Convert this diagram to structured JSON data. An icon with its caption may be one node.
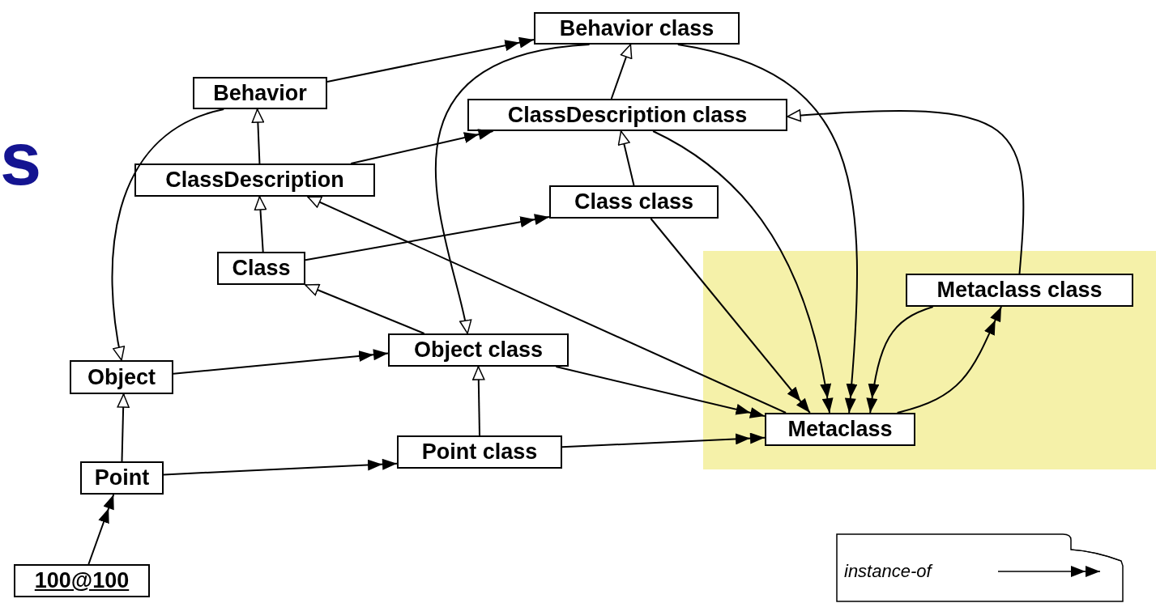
{
  "diagram": {
    "nodes": [
      {
        "text": [
          "Behavior class"
        ]
      },
      {
        "text": [
          "Behavior"
        ]
      },
      {
        "text": [
          "ClassDescription class"
        ]
      },
      {
        "text": [
          "ClassDescription"
        ]
      },
      {
        "text": [
          "Class class"
        ]
      },
      {
        "text": [
          "Class"
        ]
      },
      {
        "text": [],
        "shape": "box"
      },
      {
        "text": [
          "Metaclass class"
        ],
        "in": 6
      },
      {
        "text": [
          "Object class"
        ]
      },
      {
        "text": [
          "Object"
        ]
      },
      {
        "text": [
          "Metaclass"
        ],
        "in": 6
      },
      {
        "text": [
          "Point class"
        ]
      },
      {
        "text": [
          "Point"
        ]
      },
      {
        "text": [
          "100@100"
        ]
      }
    ],
    "edges": [
      {
        "from": 1,
        "to": 0,
        "arrow": "to"
      },
      {
        "from": 3,
        "to": 2,
        "arrow": "to"
      },
      {
        "from": 5,
        "to": 4,
        "arrow": "to"
      },
      {
        "from": 9,
        "to": 8,
        "arrow": "to"
      },
      {
        "from": 12,
        "to": 11,
        "arrow": "to"
      },
      {
        "from": 13,
        "to": 12,
        "arrow": "to"
      },
      {
        "from": 8,
        "to": 10,
        "arrow": "to"
      },
      {
        "from": 11,
        "to": 10,
        "arrow": "to"
      },
      {
        "from": 4,
        "to": 10,
        "arrow": "to"
      },
      {
        "from": 2,
        "to": 10,
        "arrow": "to"
      },
      {
        "from": 0,
        "to": 10,
        "arrow": "to"
      },
      {
        "from": 7,
        "to": 10,
        "arrow": "to"
      },
      {
        "from": 10,
        "to": 7,
        "arrow": "to"
      },
      {
        "from": 3,
        "to": 1,
        "arrow": "to"
      },
      {
        "from": 5,
        "to": 3,
        "arrow": "to"
      },
      {
        "from": 12,
        "to": 9,
        "arrow": "to"
      },
      {
        "from": 1,
        "to": 9,
        "arrow": "to"
      },
      {
        "from": 2,
        "to": 0,
        "arrow": "to"
      },
      {
        "from": 4,
        "to": 2,
        "arrow": "to"
      },
      {
        "from": 8,
        "to": 5,
        "arrow": "to"
      },
      {
        "from": 11,
        "to": 8,
        "arrow": "to"
      },
      {
        "from": 0,
        "to": 8,
        "arrow": "to"
      },
      {
        "from": 10,
        "to": 3,
        "arrow": "to"
      },
      {
        "from": 7,
        "to": 2,
        "arrow": "to"
      }
    ],
    "labels": [
      "s"
    ],
    "legend": [
      {
        "text": "instance-of"
      }
    ]
  }
}
